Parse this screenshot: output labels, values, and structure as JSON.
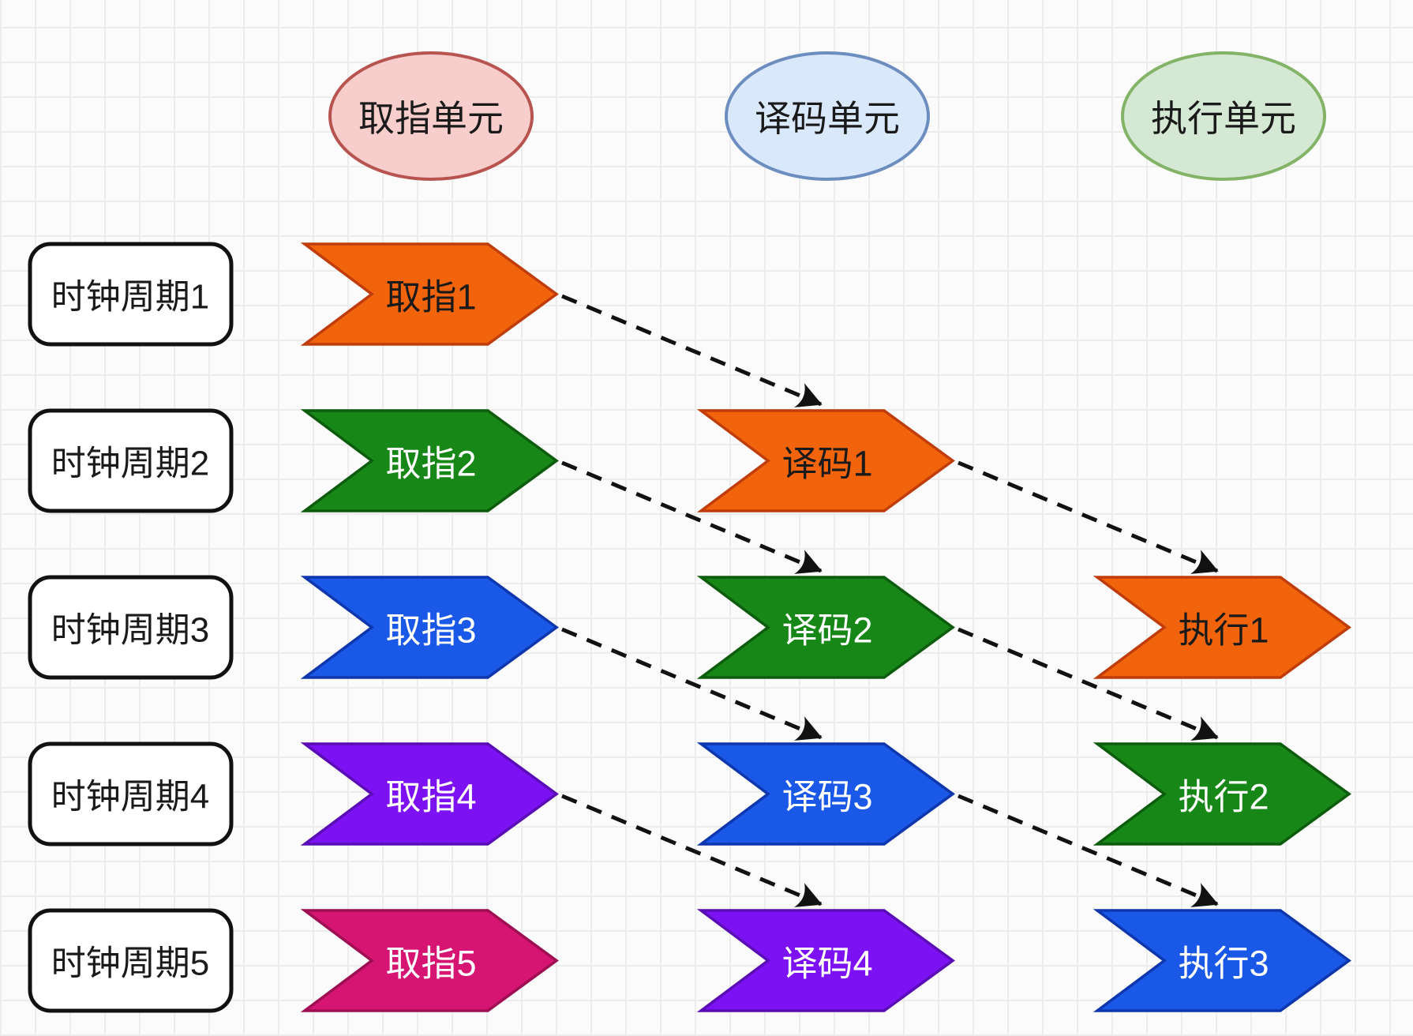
{
  "canvas": {
    "background": "#fbfbfb",
    "grid_color": "#ececec"
  },
  "units": [
    {
      "label": "取指单元",
      "fill": "#f8cecc",
      "stroke": "#b85450",
      "text_color": "#1a1a1a"
    },
    {
      "label": "译码单元",
      "fill": "#dae8fc",
      "stroke": "#6c8ebf",
      "text_color": "#1a1a1a"
    },
    {
      "label": "执行单元",
      "fill": "#d5e8d4",
      "stroke": "#82b366",
      "text_color": "#1a1a1a"
    }
  ],
  "cycle_box": {
    "fill": "#ffffff",
    "stroke": "#111111",
    "text_color": "#1a1a1a"
  },
  "cycles": [
    {
      "label": "时钟周期1"
    },
    {
      "label": "时钟周期2"
    },
    {
      "label": "时钟周期3"
    },
    {
      "label": "时钟周期4"
    },
    {
      "label": "时钟周期5"
    }
  ],
  "stages": [
    {
      "label": "取指1",
      "unit": "取指单元",
      "cycle": "时钟周期1",
      "fill": "#f2640c",
      "stroke": "#c03c0b",
      "text_color": "#1a1a1a"
    },
    {
      "label": "取指2",
      "unit": "取指单元",
      "cycle": "时钟周期2",
      "fill": "#178717",
      "stroke": "#0d5c0d",
      "text_color": "#ffffff"
    },
    {
      "label": "取指3",
      "unit": "取指单元",
      "cycle": "时钟周期3",
      "fill": "#1a58e8",
      "stroke": "#0e36ad",
      "text_color": "#ffffff"
    },
    {
      "label": "取指4",
      "unit": "取指单元",
      "cycle": "时钟周期4",
      "fill": "#7c12f4",
      "stroke": "#5a0cb5",
      "text_color": "#ffffff"
    },
    {
      "label": "取指5",
      "unit": "取指单元",
      "cycle": "时钟周期5",
      "fill": "#d61472",
      "stroke": "#9e0e52",
      "text_color": "#ffffff"
    },
    {
      "label": "译码1",
      "unit": "译码单元",
      "cycle": "时钟周期2",
      "fill": "#f2640c",
      "stroke": "#c03c0b",
      "text_color": "#1a1a1a"
    },
    {
      "label": "译码2",
      "unit": "译码单元",
      "cycle": "时钟周期3",
      "fill": "#178717",
      "stroke": "#0d5c0d",
      "text_color": "#ffffff"
    },
    {
      "label": "译码3",
      "unit": "译码单元",
      "cycle": "时钟周期4",
      "fill": "#1a58e8",
      "stroke": "#0e36ad",
      "text_color": "#ffffff"
    },
    {
      "label": "译码4",
      "unit": "译码单元",
      "cycle": "时钟周期5",
      "fill": "#7c12f4",
      "stroke": "#5a0cb5",
      "text_color": "#ffffff"
    },
    {
      "label": "执行1",
      "unit": "执行单元",
      "cycle": "时钟周期3",
      "fill": "#f2640c",
      "stroke": "#c03c0b",
      "text_color": "#1a1a1a"
    },
    {
      "label": "执行2",
      "unit": "执行单元",
      "cycle": "时钟周期4",
      "fill": "#178717",
      "stroke": "#0d5c0d",
      "text_color": "#ffffff"
    },
    {
      "label": "执行3",
      "unit": "执行单元",
      "cycle": "时钟周期5",
      "fill": "#1a58e8",
      "stroke": "#0e36ad",
      "text_color": "#ffffff"
    }
  ],
  "arrows": [
    {
      "from": "取指1",
      "to": "译码1",
      "style": "dashed",
      "color": "#111111"
    },
    {
      "from": "取指2",
      "to": "译码2",
      "style": "dashed",
      "color": "#111111"
    },
    {
      "from": "取指3",
      "to": "译码3",
      "style": "dashed",
      "color": "#111111"
    },
    {
      "from": "取指4",
      "to": "译码4",
      "style": "dashed",
      "color": "#111111"
    },
    {
      "from": "译码1",
      "to": "执行1",
      "style": "dashed",
      "color": "#111111"
    },
    {
      "from": "译码2",
      "to": "执行2",
      "style": "dashed",
      "color": "#111111"
    },
    {
      "from": "译码3",
      "to": "执行3",
      "style": "dashed",
      "color": "#111111"
    }
  ]
}
